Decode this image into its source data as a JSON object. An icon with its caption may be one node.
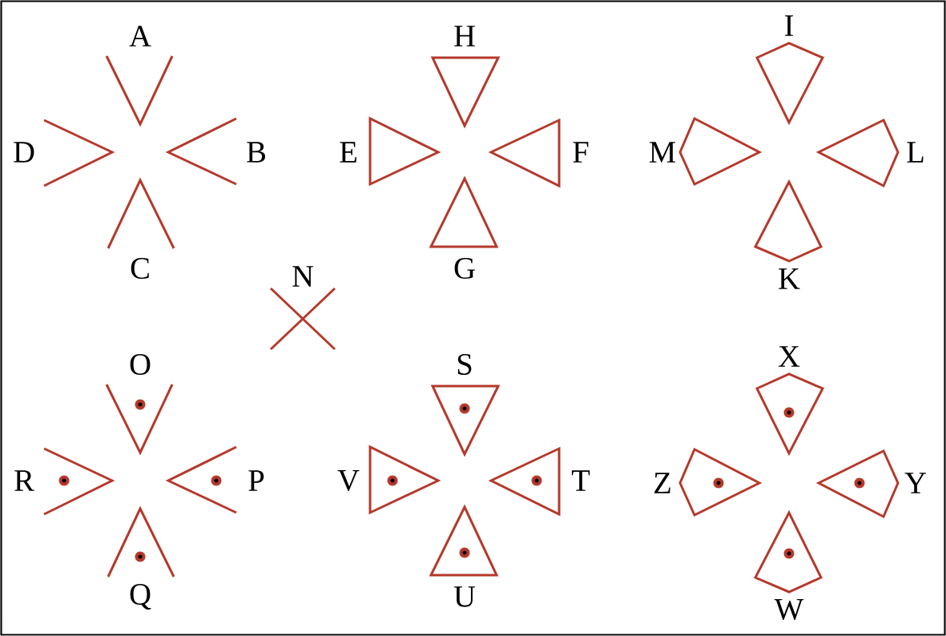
{
  "diagram": {
    "nodes": [
      {
        "text": [
          "A"
        ]
      },
      {
        "text": [
          "H"
        ]
      },
      {
        "text": [
          "I"
        ]
      },
      {
        "text": [
          "D"
        ]
      },
      {
        "text": [
          "B"
        ]
      },
      {
        "text": [
          "E"
        ]
      },
      {
        "text": [
          "F"
        ]
      },
      {
        "text": [
          "M"
        ]
      },
      {
        "text": [
          "L"
        ]
      },
      {
        "text": [
          "C"
        ]
      },
      {
        "text": [
          "N"
        ]
      },
      {
        "text": [
          "G"
        ]
      },
      {
        "text": [
          "K"
        ]
      },
      {
        "text": [
          "O"
        ]
      },
      {
        "text": [
          "S"
        ]
      },
      {
        "text": [
          "X"
        ]
      },
      {
        "text": [
          "R"
        ]
      },
      {
        "text": [
          "P"
        ]
      },
      {
        "text": [
          "V"
        ]
      },
      {
        "text": [
          "T"
        ]
      },
      {
        "text": [
          "Z"
        ]
      },
      {
        "text": [
          "Y"
        ]
      },
      {
        "text": [
          "Q"
        ]
      },
      {
        "text": [
          "U"
        ]
      },
      {
        "text": [
          "W"
        ]
      }
    ]
  }
}
